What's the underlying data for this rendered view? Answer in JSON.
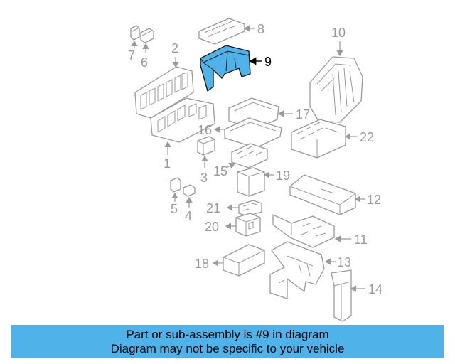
{
  "banner": {
    "line1": "Part or sub-assembly is #9 in diagram",
    "line2": "Diagram may not be specific to your vehicle"
  },
  "callouts": {
    "c1": "1",
    "c2": "2",
    "c3": "3",
    "c4": "4",
    "c5": "5",
    "c6": "6",
    "c7": "7",
    "c8": "8",
    "c9": "9",
    "c10": "10",
    "c11": "11",
    "c12": "12",
    "c13": "13",
    "c14": "14",
    "c15": "15",
    "c16": "16",
    "c17": "17",
    "c18": "18",
    "c19": "19",
    "c20": "20",
    "c21": "21",
    "c22": "22"
  },
  "colors": {
    "highlight": "#4fb2e8",
    "line": "#9a9a9a"
  }
}
